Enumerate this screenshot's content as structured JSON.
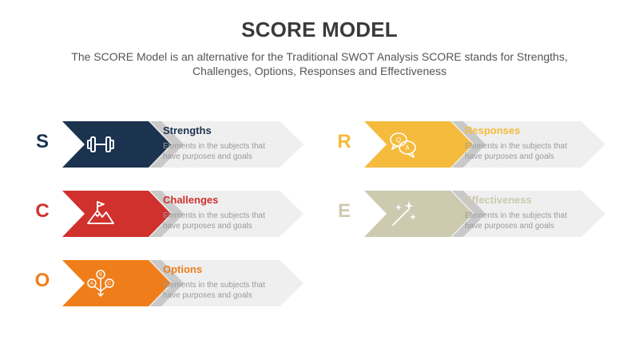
{
  "header": {
    "title": "SCORE MODEL",
    "subtitle": "The SCORE Model is an alternative for the Traditional SWOT Analysis SCORE stands for Strengths, Challenges, Options, Responses and Effectiveness"
  },
  "colors": {
    "band": "#efefef",
    "shadow": "#c9c9c9"
  },
  "items": [
    {
      "letter": "S",
      "title": "Strengths",
      "desc": "Elements in the subjects that have purposes and goals",
      "color": "#1c3350",
      "title_color": "#1c3350",
      "icon": "dumbbell-icon"
    },
    {
      "letter": "C",
      "title": "Challenges",
      "desc": "Elements in the subjects that have purposes and goals",
      "color": "#d0312d",
      "title_color": "#d0312d",
      "icon": "mountain-flag-icon"
    },
    {
      "letter": "O",
      "title": "Options",
      "desc": "Elements in the subjects that have purposes and goals",
      "color": "#ef7e1a",
      "title_color": "#ef7e1a",
      "icon": "abc-options-icon"
    },
    {
      "letter": "R",
      "title": "Responses",
      "desc": "Elements in the subjects that have purposes and goals",
      "color": "#f5bb3c",
      "title_color": "#f5bb3c",
      "icon": "qa-chat-icon"
    },
    {
      "letter": "E",
      "title": "Effectiveness",
      "desc": "Elements in the subjects that have purposes and goals",
      "color": "#cdcab0",
      "title_color": "#cdcab0",
      "icon": "magic-wand-icon"
    }
  ]
}
